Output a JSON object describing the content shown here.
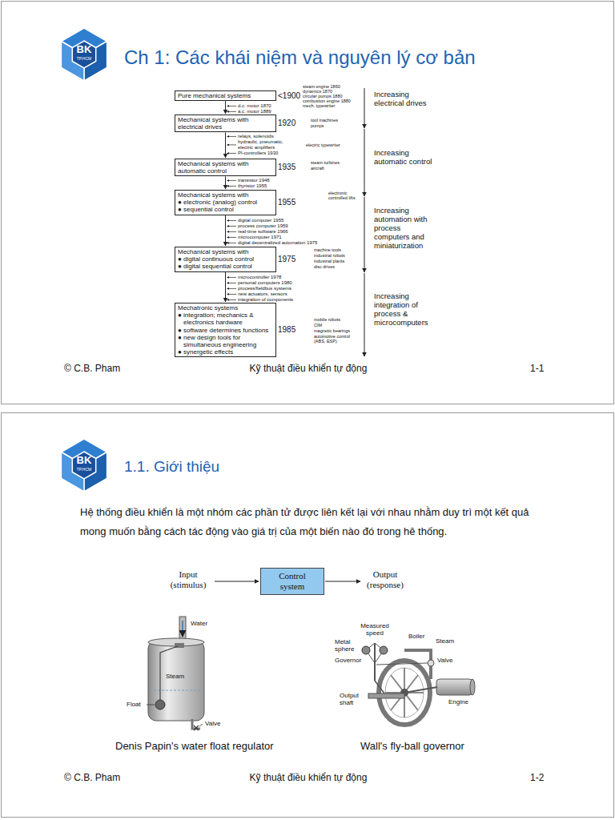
{
  "diagram": {
    "title": "Ch 1: Các khái niệm và nguyên lý cơ bản",
    "nodes": [
      {
        "text": [
          "Pure mechanical systems",
          "<1900"
        ]
      },
      {
        "text": [
          "Mechanical systems with electrical drives",
          "1920"
        ]
      },
      {
        "text": [
          "Mechanical systems with automatic control",
          "1935"
        ]
      },
      {
        "text": [
          "Mechanical systems with",
          "● electronic (analog) control",
          "● sequential control",
          "1955"
        ]
      },
      {
        "text": [
          "Mechanical systems with",
          "● digital continuous control",
          "● digital sequential control",
          "1975"
        ]
      },
      {
        "text": [
          "Mechatronic systems",
          "● integration; mechanics & electronics hardware",
          "● software determines functions",
          "● new design tools for simultaneous engineering",
          "● synergetic effects",
          "1985"
        ]
      },
      {
        "text": [
          "Control system"
        ]
      }
    ],
    "edges": [
      {
        "from": 0,
        "to": 1,
        "arrow": "to"
      },
      {
        "from": 1,
        "to": 2,
        "arrow": "to"
      },
      {
        "from": 2,
        "to": 3,
        "arrow": "to"
      },
      {
        "from": 3,
        "to": 4,
        "arrow": "to"
      },
      {
        "from": 4,
        "to": 5,
        "arrow": "to"
      }
    ],
    "labels": [
      "BK",
      "TP.HCM",
      "steam engine 1860",
      "dynamics 1870",
      "circular pumps 1880",
      "combustion engine 1880",
      "mech. typewriter",
      "d.c. motor 1870",
      "a.c. motor 1889",
      "tool machines",
      "pumps",
      "relays, solenoids",
      "hydraulic, pneumatic, electric amplifiers",
      "PI-controllers 1930",
      "electric typewriter",
      "steam turbines",
      "aircraft",
      "transistor 1948",
      "thyristor 1955",
      "electronic controlled lifts",
      "digital computer 1955",
      "process computer 1959",
      "real-time software 1966",
      "microcomputer 1971",
      "digital decentralized automation 1975",
      "machine tools",
      "industrial robots",
      "industrial plants",
      "disc drives",
      "microcontroller 1978",
      "personal computers 1980",
      "process/fieldbus systems",
      "new actuators, sensors",
      "integration of components",
      "mobile robots",
      "CIM",
      "magnetic bearings",
      "automotive control (ABS, ESP)",
      "Increasing electrical drives",
      "Increasing automatic control",
      "Increasing automation with process computers and miniaturization",
      "Increasing integration of process & microcomputers",
      "© C.B. Pham",
      "Kỹ thuật điều khiển tự động",
      "1-1",
      "BK",
      "TP.HCM",
      "1.1. Giới thiệu",
      "Hệ thống điều khiển là một nhóm các phần tử được liên kết lại với nhau nhằm duy trì một kết quả mong muốn bằng cách tác động vào giá trị của một biến nào đó trong hê thống.",
      "Input (stimulus)",
      "Output (response)",
      "Water",
      "Steam",
      "Float",
      "Valve",
      "Denis Papin's water float regulator",
      "Measured speed",
      "Boiler",
      "Metal sphere",
      "Governor",
      "Steam",
      "Valve",
      "Output shaft",
      "Engine",
      "Wall's fly-ball governor",
      "© C.B. Pham",
      "Kỹ thuật điều khiển tự động",
      "1-2"
    ]
  }
}
